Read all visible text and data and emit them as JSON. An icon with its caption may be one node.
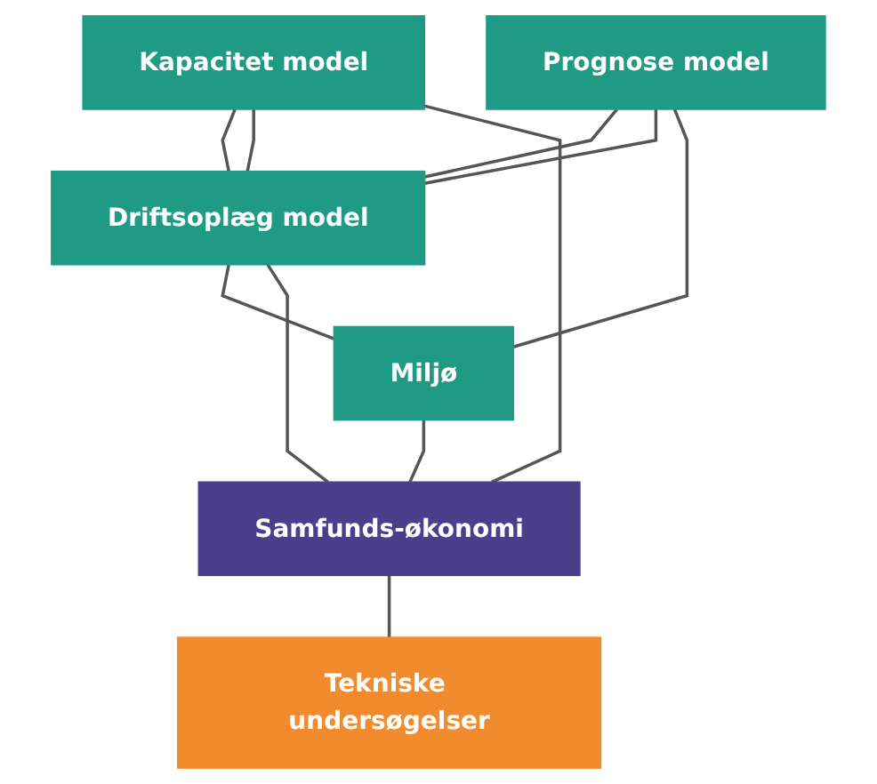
{
  "diagram": {
    "nodes": [
      {
        "text": [
          "Prognose model"
        ]
      },
      {
        "text": [
          "Kapacitet model"
        ]
      },
      {
        "text": [
          "Driftsoplæg model"
        ]
      },
      {
        "text": [
          "Miljø"
        ]
      },
      {
        "text": [
          "Samfunds-økonomi"
        ]
      },
      {
        "text": [
          "Tekniske undersøgelser"
        ]
      }
    ],
    "edges": [
      {
        "from": 0,
        "to": 2,
        "arrow": "none"
      },
      {
        "from": 0,
        "to": 2,
        "arrow": "none"
      },
      {
        "from": 0,
        "to": 3,
        "arrow": "none"
      },
      {
        "from": 1,
        "to": 2,
        "arrow": "none"
      },
      {
        "from": 1,
        "to": 2,
        "arrow": "none"
      },
      {
        "from": 2,
        "to": 3,
        "arrow": "none"
      },
      {
        "from": 1,
        "to": 4,
        "arrow": "none"
      },
      {
        "from": 2,
        "to": 4,
        "arrow": "none"
      },
      {
        "from": 3,
        "to": 4,
        "arrow": "none"
      },
      {
        "from": 4,
        "to": 5,
        "arrow": "none"
      }
    ]
  }
}
